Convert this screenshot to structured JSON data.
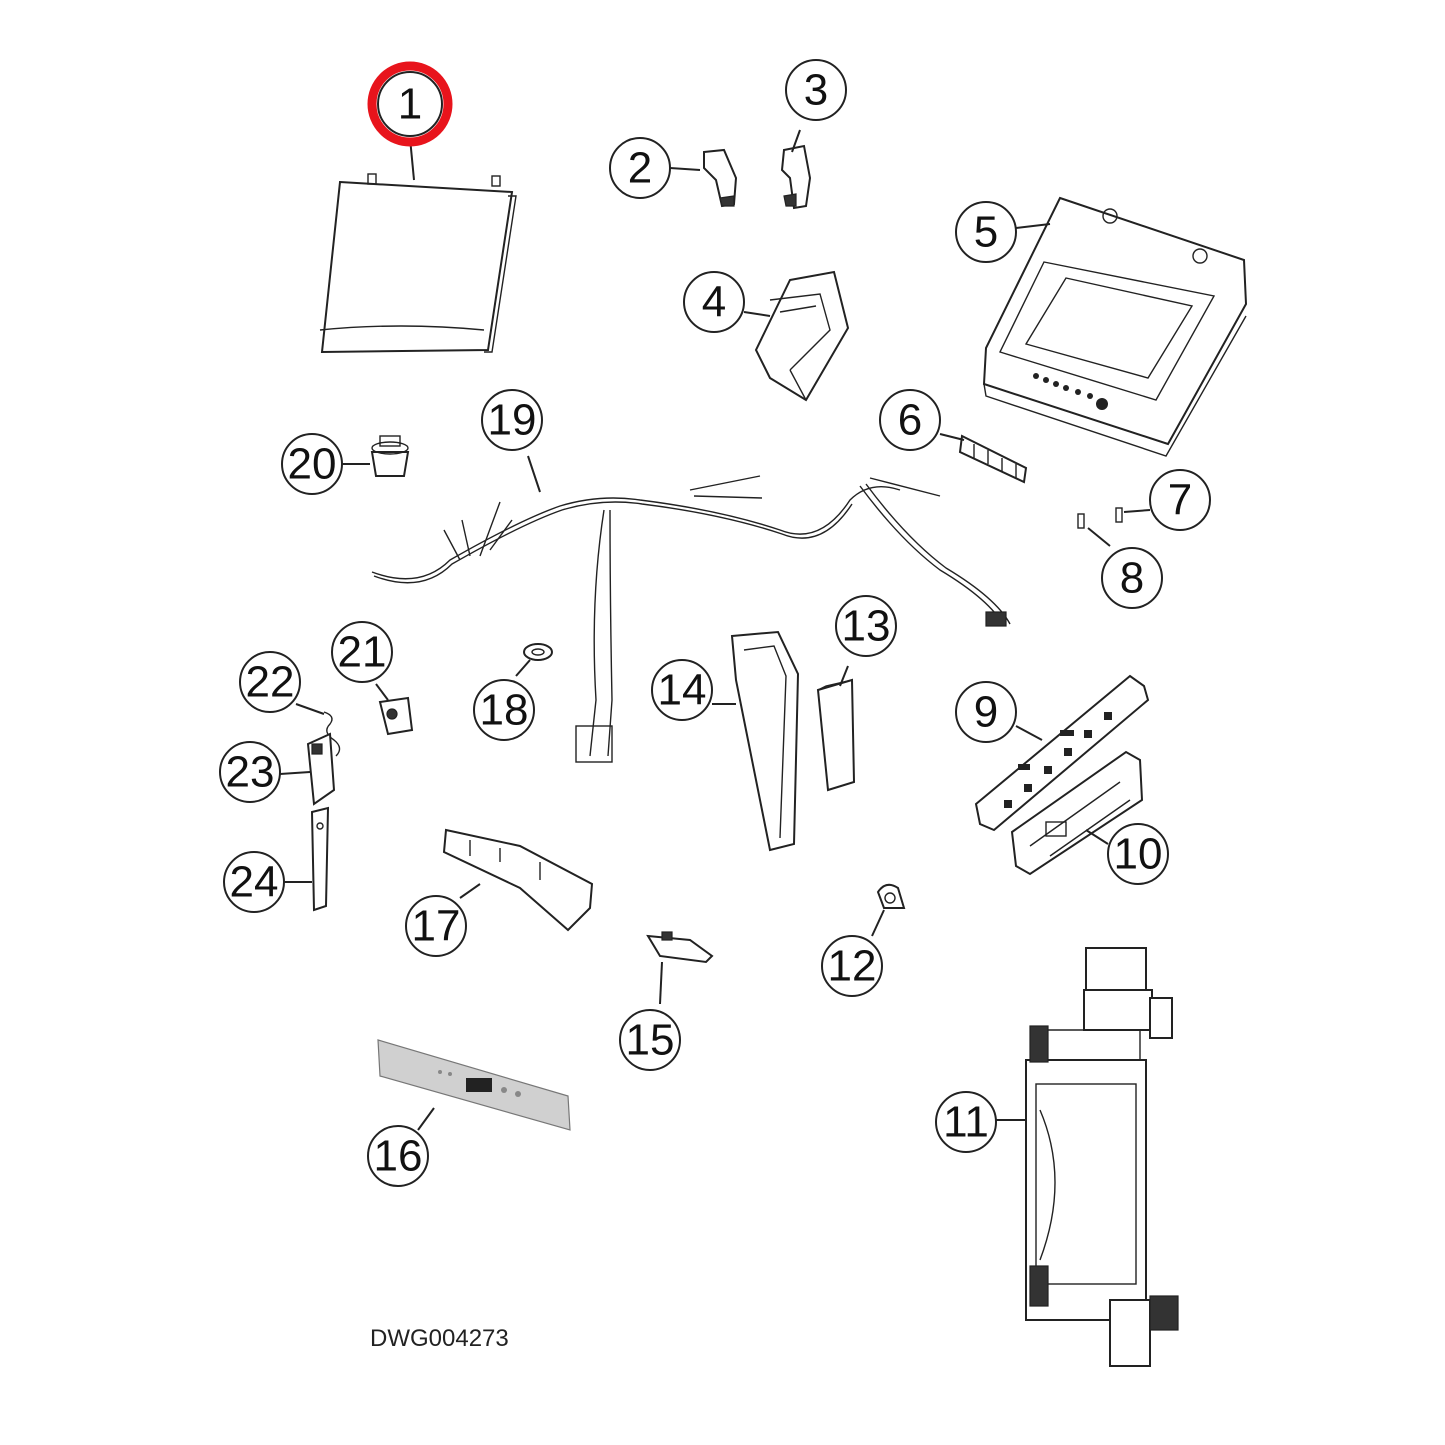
{
  "drawing_number": "DWG004273",
  "highlight_color": "#e8141c",
  "highlighted_callout": "1",
  "callouts": [
    {
      "id": "1",
      "label": "1"
    },
    {
      "id": "2",
      "label": "2"
    },
    {
      "id": "3",
      "label": "3"
    },
    {
      "id": "4",
      "label": "4"
    },
    {
      "id": "5",
      "label": "5"
    },
    {
      "id": "6",
      "label": "6"
    },
    {
      "id": "7",
      "label": "7"
    },
    {
      "id": "8",
      "label": "8"
    },
    {
      "id": "9",
      "label": "9"
    },
    {
      "id": "10",
      "label": "10"
    },
    {
      "id": "11",
      "label": "11"
    },
    {
      "id": "12",
      "label": "12"
    },
    {
      "id": "13",
      "label": "13"
    },
    {
      "id": "14",
      "label": "14"
    },
    {
      "id": "15",
      "label": "15"
    },
    {
      "id": "16",
      "label": "16"
    },
    {
      "id": "17",
      "label": "17"
    },
    {
      "id": "18",
      "label": "18"
    },
    {
      "id": "19",
      "label": "19"
    },
    {
      "id": "20",
      "label": "20"
    },
    {
      "id": "21",
      "label": "21"
    },
    {
      "id": "22",
      "label": "22"
    },
    {
      "id": "23",
      "label": "23"
    },
    {
      "id": "24",
      "label": "24"
    }
  ]
}
